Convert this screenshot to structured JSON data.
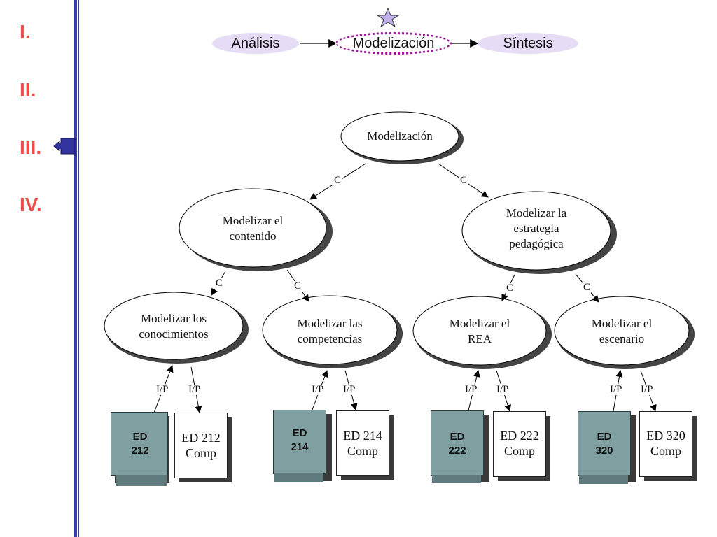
{
  "sidebar": {
    "items": [
      {
        "label": "I."
      },
      {
        "label": "II."
      },
      {
        "label": "III.",
        "current": true
      },
      {
        "label": "IV."
      }
    ],
    "current_marker_icon": "arrow-left-pointer-icon"
  },
  "process": {
    "steps": [
      {
        "label": "Análisis"
      },
      {
        "label": "Modelización",
        "active": true
      },
      {
        "label": "Síntesis"
      }
    ],
    "active_marker_icon": "star-icon",
    "colors": {
      "pill": "#e6dcf6",
      "active_border": "#99179a",
      "star": "#c3b2ee"
    }
  },
  "tree": {
    "root": {
      "label": "Modelización"
    },
    "level1": [
      {
        "label_lines": [
          "Modelizar el",
          "contenido"
        ]
      },
      {
        "label_lines": [
          "Modelizar  la",
          "estrategia",
          "pedagógica"
        ]
      }
    ],
    "level2": [
      {
        "label_lines": [
          "Modelizar  los",
          "conocimientos"
        ]
      },
      {
        "label_lines": [
          "Modelizar las",
          "competencias"
        ]
      },
      {
        "label_lines": [
          "Modelizar el",
          "REA"
        ]
      },
      {
        "label_lines": [
          "Modelizar el",
          "escenario"
        ]
      }
    ],
    "edge_label_composition": "C",
    "edge_label_io": "I/P",
    "resources": [
      {
        "book_lines": [
          "ED",
          "212"
        ],
        "doc_lines": [
          "ED 212",
          "Comp"
        ]
      },
      {
        "book_lines": [
          "ED",
          "214"
        ],
        "doc_lines": [
          "ED 214",
          "Comp"
        ]
      },
      {
        "book_lines": [
          "ED",
          "222"
        ],
        "doc_lines": [
          "ED 222",
          "Comp"
        ]
      },
      {
        "book_lines": [
          "ED",
          "320"
        ],
        "doc_lines": [
          "ED 320",
          "Comp"
        ]
      }
    ]
  }
}
